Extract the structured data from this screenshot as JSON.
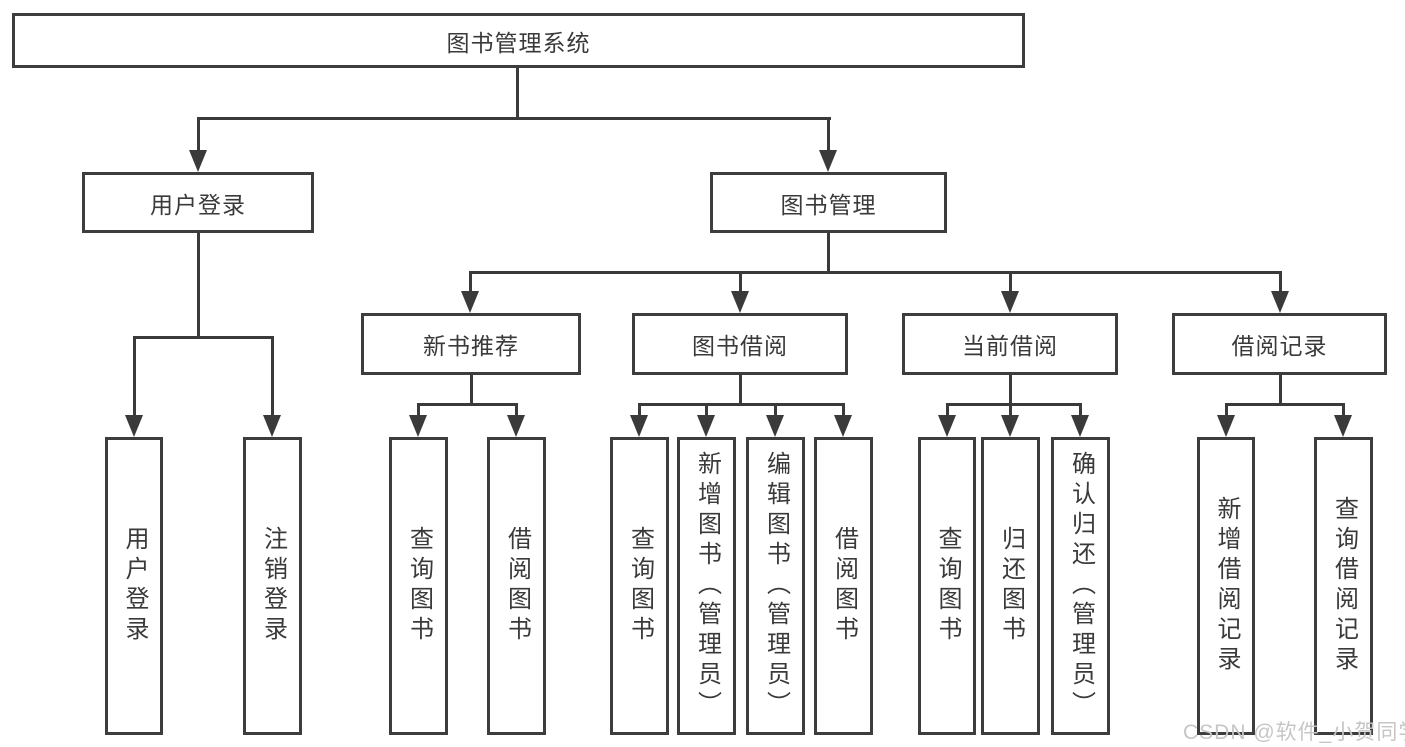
{
  "diagram": {
    "title": "图书管理系统",
    "branches": [
      {
        "label": "用户登录",
        "children": [
          {
            "label": "用户登录"
          },
          {
            "label": "注销登录"
          }
        ]
      },
      {
        "label": "图书管理",
        "children": [
          {
            "label": "新书推荐",
            "children": [
              {
                "label": "查询图书"
              },
              {
                "label": "借阅图书"
              }
            ]
          },
          {
            "label": "图书借阅",
            "children": [
              {
                "label": "查询图书"
              },
              {
                "label": "新增图书（管理员）"
              },
              {
                "label": "编辑图书（管理员）"
              },
              {
                "label": "借阅图书"
              }
            ]
          },
          {
            "label": "当前借阅",
            "children": [
              {
                "label": "查询图书"
              },
              {
                "label": "归还图书"
              },
              {
                "label": "确认归还（管理员）"
              }
            ]
          },
          {
            "label": "借阅记录",
            "children": [
              {
                "label": "新增借阅记录"
              },
              {
                "label": "查询借阅记录"
              }
            ]
          }
        ]
      }
    ]
  },
  "watermark": {
    "text": "CSDN @软件_小贺同学",
    "color": "#c6c6c6"
  },
  "colors": {
    "line": "#3a3a3a",
    "border": "#3d3d3d",
    "text": "#3a3a3a",
    "background": "#ffffff"
  }
}
